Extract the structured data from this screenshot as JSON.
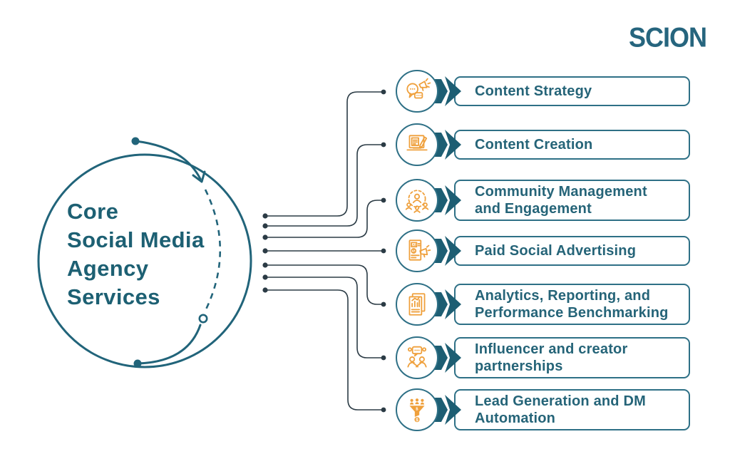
{
  "logo": {
    "text": "SCION",
    "color": "#26657E"
  },
  "hub": {
    "title_lines": [
      "Core",
      "Social Media",
      "Agency",
      "Services"
    ],
    "text_color": "#1D6073"
  },
  "services": [
    {
      "label": "Content Strategy",
      "icon": "megaphone-chat-icon"
    },
    {
      "label": "Content Creation",
      "icon": "laptop-edit-icon"
    },
    {
      "label": "Community Management\nand Engagement",
      "icon": "community-network-icon"
    },
    {
      "label": "Paid Social Advertising",
      "icon": "ad-promotion-icon"
    },
    {
      "label": "Analytics, Reporting, and\nPerformance Benchmarking",
      "icon": "analytics-report-icon"
    },
    {
      "label": "Influencer and creator\npartnerships",
      "icon": "influencer-chat-icon"
    },
    {
      "label": "Lead Generation and DM\nAutomation",
      "icon": "lead-funnel-icon"
    }
  ],
  "colors": {
    "teal_text": "#256478",
    "teal_fill": "#1D5E73",
    "teal_border": "#2E7086",
    "orange_icon": "#EFA03C",
    "connector_line": "#2B3B45",
    "background": "#FFFFFF"
  }
}
